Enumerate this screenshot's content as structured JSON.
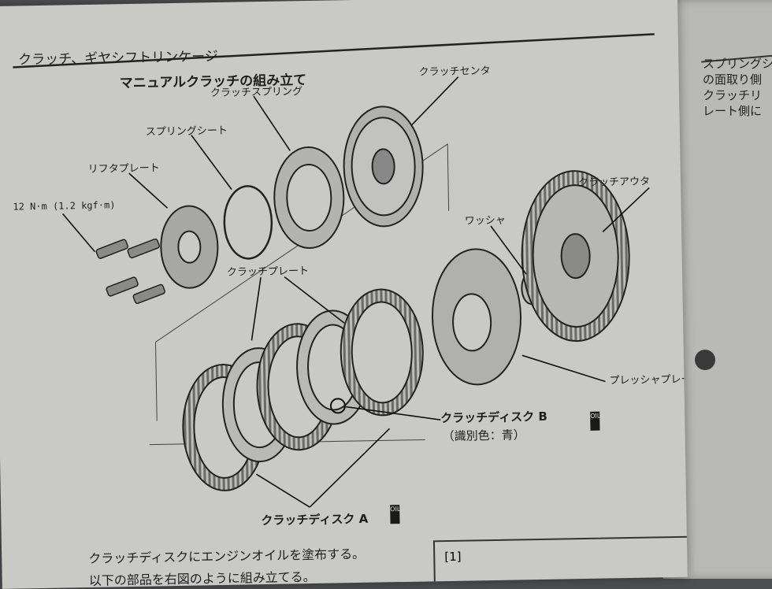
{
  "header": {
    "section_title": "クラッチ、ギヤシフトリンケージ",
    "subtitle": "マニュアルクラッチの組み立て"
  },
  "labels": {
    "clutch_center": "クラッチセンタ",
    "clutch_spring": "クラッチスプリング",
    "spring_seat": "スプリングシート",
    "lifter_plate": "リフタプレート",
    "torque": "12 N·m (1.2 kgf·m)",
    "clutch_plate": "クラッチプレート",
    "washer": "ワッシャ",
    "clutch_outer": "クラッチアウタ",
    "pressure_plate": "プレッシャプレート",
    "clutch_disc_b": "クラッチディスク B",
    "color_id": "（識別色：青）",
    "clutch_disc_a": "クラッチディスク A",
    "oil_tag": "OIL"
  },
  "body_text": {
    "line1": "クラッチディスクにエンジンオイルを塗布する。",
    "line2": "以下の部品を右図のように組み立てる。"
  },
  "note_box": {
    "label": "[1]"
  },
  "right_page": {
    "line1": "スプリングシ",
    "line2": "の面取り側",
    "line3": "クラッチリ",
    "line4": "レート側に"
  }
}
